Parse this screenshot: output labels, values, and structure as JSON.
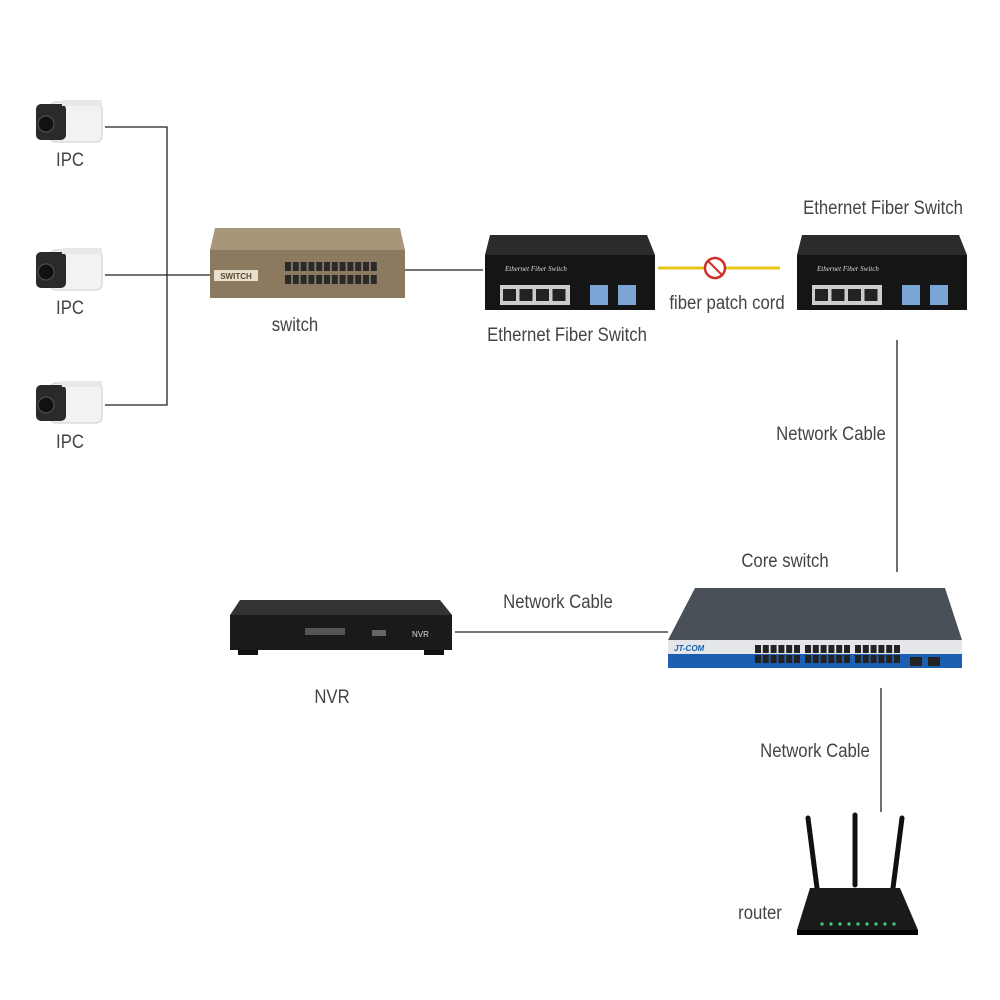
{
  "labels": {
    "ipc1": "IPC",
    "ipc2": "IPC",
    "ipc3": "IPC",
    "switch": "switch",
    "fiber_switch_1": "Ethernet Fiber Switch",
    "fiber_switch_2": "Ethernet Fiber Switch",
    "fiber_patch_cord": "fiber patch cord",
    "network_cable_1": "Network Cable",
    "network_cable_2": "Network Cable",
    "network_cable_3": "Network Cable",
    "core_switch": "Core switch",
    "nvr": "NVR",
    "router": "router"
  },
  "device_text": {
    "switch_badge": "SWITCH",
    "fiber_switch_plate": "Ethernet Fiber Switch",
    "core_brand": "JT-COM",
    "nvr_plate": "NVR"
  },
  "colors": {
    "line": "#222222",
    "fiber": "#e6c619",
    "fiber_icon": "#d0302a",
    "core_accent": "#1c5fb0",
    "switch_body": "#8b7a5f"
  }
}
